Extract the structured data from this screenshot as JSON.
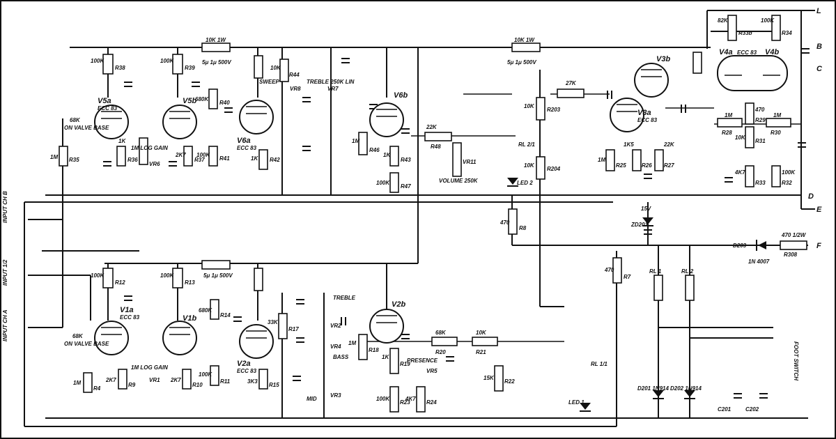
{
  "title": "",
  "connections": {
    "L": "L",
    "B": "B",
    "C": "C",
    "D": "D",
    "E": "E",
    "F": "F"
  },
  "left_labels": [
    "INPUT CH B",
    "INPUT 1/2",
    "INPUT CH A"
  ],
  "foot_switch": "FOOT SWITCH",
  "tubes": [
    {
      "id": "V5a",
      "type": "ECC 83"
    },
    {
      "id": "V5b",
      "type": ""
    },
    {
      "id": "V6a",
      "type": "ECC 83"
    },
    {
      "id": "V6b",
      "type": ""
    },
    {
      "id": "V3a",
      "type": "ECC 83"
    },
    {
      "id": "V3b",
      "type": ""
    },
    {
      "id": "V4a",
      "type": "ECC 83"
    },
    {
      "id": "V4b",
      "type": ""
    },
    {
      "id": "V1a",
      "type": "ECC 83"
    },
    {
      "id": "V1b",
      "type": ""
    },
    {
      "id": "V2a",
      "type": "ECC 83"
    },
    {
      "id": "V2b",
      "type": ""
    }
  ],
  "resistors": [
    {
      "id": "R38",
      "value": "100K"
    },
    {
      "id": "R39",
      "value": "100K"
    },
    {
      "id": "R40",
      "value": "680K"
    },
    {
      "id": "R41",
      "value": "100K"
    },
    {
      "id": "R42",
      "value": "1K"
    },
    {
      "id": "R36",
      "value": "1K"
    },
    {
      "id": "R37",
      "value": "2K7"
    },
    {
      "id": "R35",
      "value": "1M"
    },
    {
      "id": "R44",
      "value": "10K"
    },
    {
      "id": "R48",
      "value": "22K"
    },
    {
      "id": "R46",
      "value": "1M"
    },
    {
      "id": "R43",
      "value": "1K"
    },
    {
      "id": "R47",
      "value": "100K"
    },
    {
      "id": "R203",
      "value": "10K"
    },
    {
      "id": "R204",
      "value": "10K"
    },
    {
      "id": "R25",
      "value": "1M"
    },
    {
      "id": "R26",
      "value": "1K5"
    },
    {
      "id": "R27",
      "value": "22K"
    },
    {
      "id": "R28",
      "value": "1M"
    },
    {
      "id": "R29",
      "value": "470"
    },
    {
      "id": "R30",
      "value": "1M"
    },
    {
      "id": "R31",
      "value": "10K"
    },
    {
      "id": "R32",
      "value": "100K"
    },
    {
      "id": "R33",
      "value": "4K7"
    },
    {
      "id": "R33b",
      "value": "82K"
    },
    {
      "id": "R34",
      "value": "100K"
    },
    {
      "id": "R8",
      "value": "470"
    },
    {
      "id": "R7",
      "value": "470"
    },
    {
      "id": "R308",
      "value": "470 1/2W"
    },
    {
      "id": "R12",
      "value": "100K"
    },
    {
      "id": "R13",
      "value": "100K"
    },
    {
      "id": "R14",
      "value": "680K"
    },
    {
      "id": "R11",
      "value": "100K"
    },
    {
      "id": "R9",
      "value": "2K7"
    },
    {
      "id": "R10",
      "value": "2K7"
    },
    {
      "id": "R4",
      "value": "1M"
    },
    {
      "id": "R15",
      "value": "3K3"
    },
    {
      "id": "R17",
      "value": "33K"
    },
    {
      "id": "R18",
      "value": "1M"
    },
    {
      "id": "R19",
      "value": "1K"
    },
    {
      "id": "R23",
      "value": "100K"
    },
    {
      "id": "R24",
      "value": "4K7"
    },
    {
      "id": "R20",
      "value": "68K"
    },
    {
      "id": "R21",
      "value": "10K"
    },
    {
      "id": "R22",
      "value": "15K"
    }
  ],
  "pots": [
    {
      "id": "VR6",
      "label": "1M LOG GAIN"
    },
    {
      "id": "VR1",
      "label": "1M LOG GAIN"
    },
    {
      "id": "VR11",
      "label": "VOLUME 250K"
    },
    {
      "id": "VR7",
      "label": "TREBLE 250K LIN"
    },
    {
      "id": "VR8",
      "label": "SWEEP"
    },
    {
      "id": "VR2",
      "label": "TREBLE"
    },
    {
      "id": "VR4",
      "label": "BASS"
    },
    {
      "id": "VR3",
      "label": "MID"
    },
    {
      "id": "VR5",
      "label": "PRESENCE"
    }
  ],
  "notes": {
    "top_res": "10K 1W",
    "bright_a": "68K",
    "bright_b": "68K",
    "valve_base_a": "ON VALVE BASE",
    "valve_base_b": "ON VALVE BASE",
    "cap_top": "5μ 1μ 500V",
    "rl1": "RL 1/1",
    "rl2": "RL 2/1",
    "led1": "LED 1",
    "led2": "LED 2",
    "d203": "D203",
    "d203_type": "1N 4007",
    "zener": "ZD201",
    "rl_coil1": "RL 1",
    "rl_coil2": "RL 2",
    "d201": "D201 1N914",
    "d202": "D202 1N914",
    "c201": "C201",
    "c202": "C202",
    "v": "15V",
    "res27k": "27K"
  }
}
